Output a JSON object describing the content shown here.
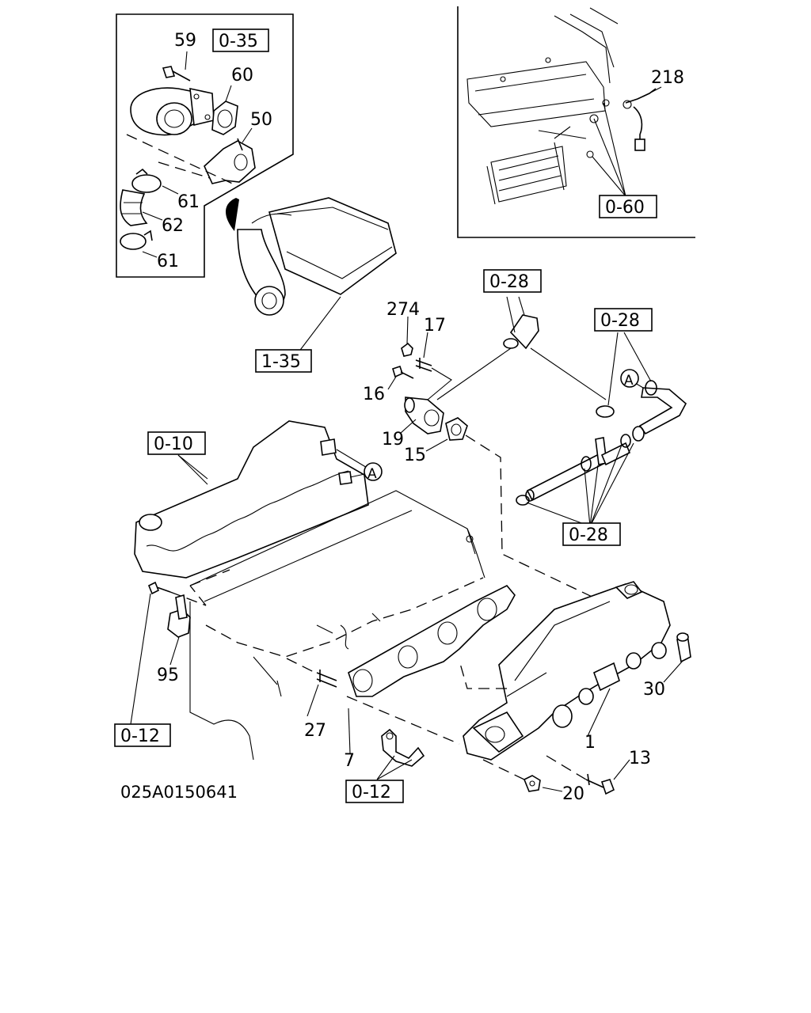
{
  "diagram_code": "025A0150641",
  "part_numbers": {
    "p59": "59",
    "p60": "60",
    "p50": "50",
    "p61a": "61",
    "p62": "62",
    "p61b": "61",
    "p218": "218",
    "p274": "274",
    "p17": "17",
    "p16": "16",
    "p19": "19",
    "p15": "15",
    "p95": "95",
    "p27": "27",
    "p7": "7",
    "p1": "1",
    "p30": "30",
    "p13": "13",
    "p20": "20"
  },
  "references": {
    "r035": "0-35",
    "r060": "0-60",
    "r135": "1-35",
    "r028a": "0-28",
    "r028b": "0-28",
    "r028c": "0-28",
    "r010": "0-10",
    "r012a": "0-12",
    "r012b": "0-12"
  },
  "markers": {
    "a1": "A",
    "a2": "A"
  }
}
